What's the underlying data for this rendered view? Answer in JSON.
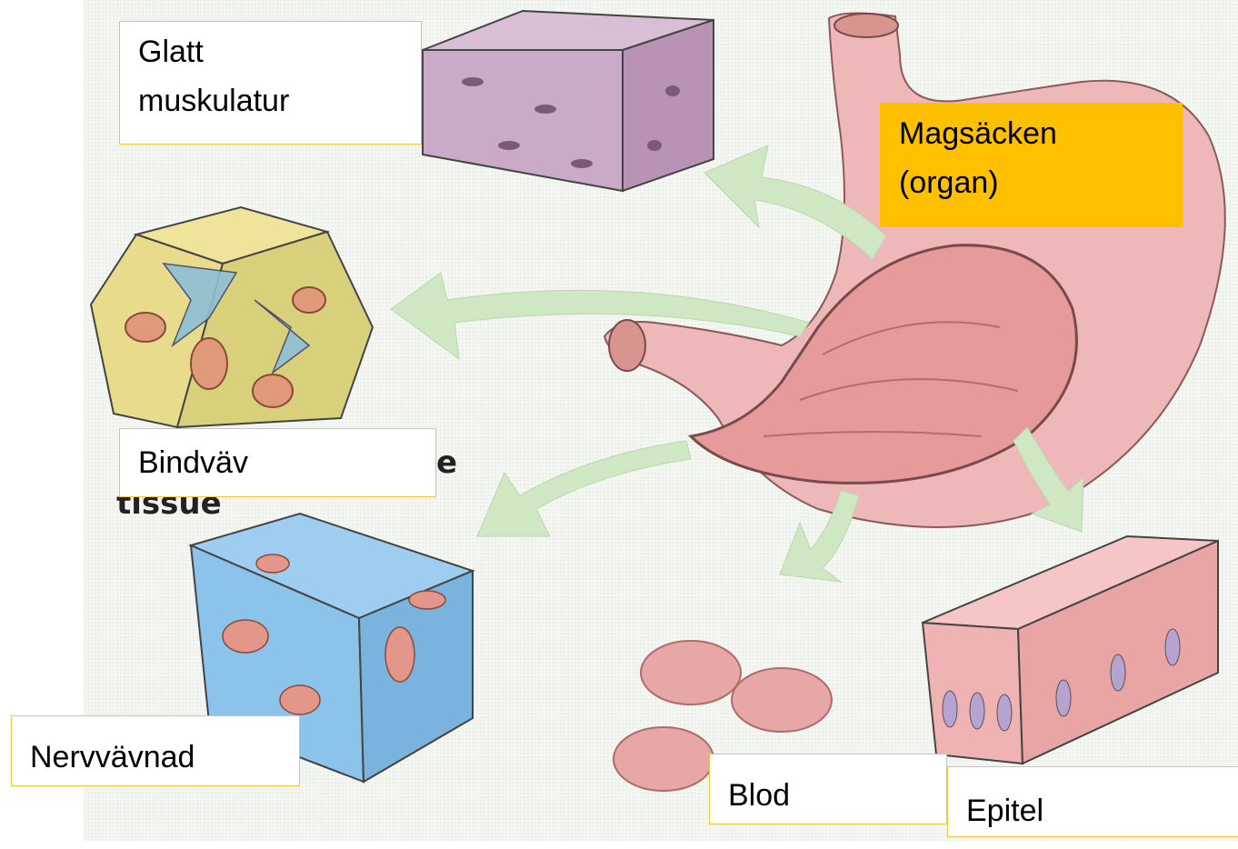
{
  "labels": {
    "smooth_muscle": [
      "Glatt",
      "muskulatur"
    ],
    "stomach": [
      "Magsäcken",
      "(organ)"
    ],
    "connective": "Bindväv",
    "nerve": "Nervvävnad",
    "blood": "Blod",
    "epithelium": "Epitel"
  },
  "background_fragments": {
    "tissue": "tissue",
    "e": "e"
  },
  "colors": {
    "highlight_label": "#ffc000",
    "label_border": "#f5c242",
    "arrow": "#cfe8c3",
    "stomach": "#efb8b8",
    "muscle_block": "#c7a9c6",
    "nerve_blue": "#8cc3ea",
    "epithelium": "#f0b3b3"
  }
}
